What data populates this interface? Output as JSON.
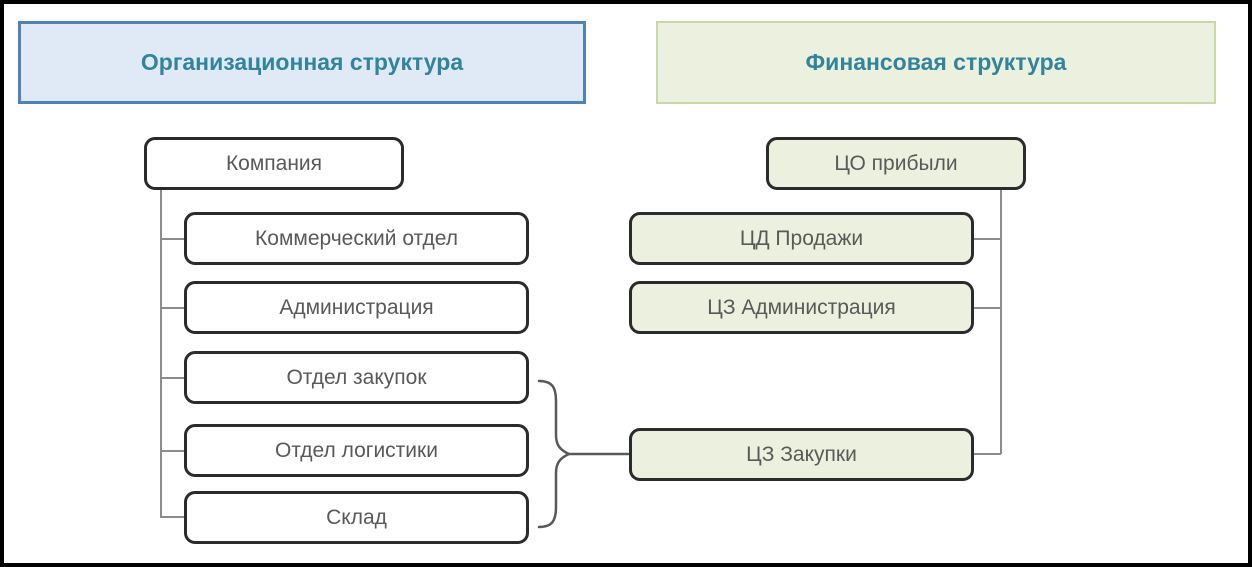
{
  "colors": {
    "org_header_bg": "#dfeaf6",
    "org_header_border": "#4f81bd",
    "fin_header_bg": "#ebf1de",
    "fin_header_border": "#c9d8a8",
    "header_text": "#31849B",
    "node_text": "#595959",
    "node_border": "#2b2b2b",
    "fin_node_bg": "#ebf1de",
    "connector": "#8c8c8c"
  },
  "org": {
    "header": "Организационная структура",
    "root": "Компания",
    "children": [
      "Коммерческий отдел",
      "Администрация",
      "Отдел закупок",
      "Отдел логистики",
      "Склад"
    ]
  },
  "fin": {
    "header": "Финансовая структура",
    "root": "ЦО прибыли",
    "children": [
      "ЦД Продажи",
      "ЦЗ Администрация",
      "ЦЗ Закупки"
    ]
  }
}
